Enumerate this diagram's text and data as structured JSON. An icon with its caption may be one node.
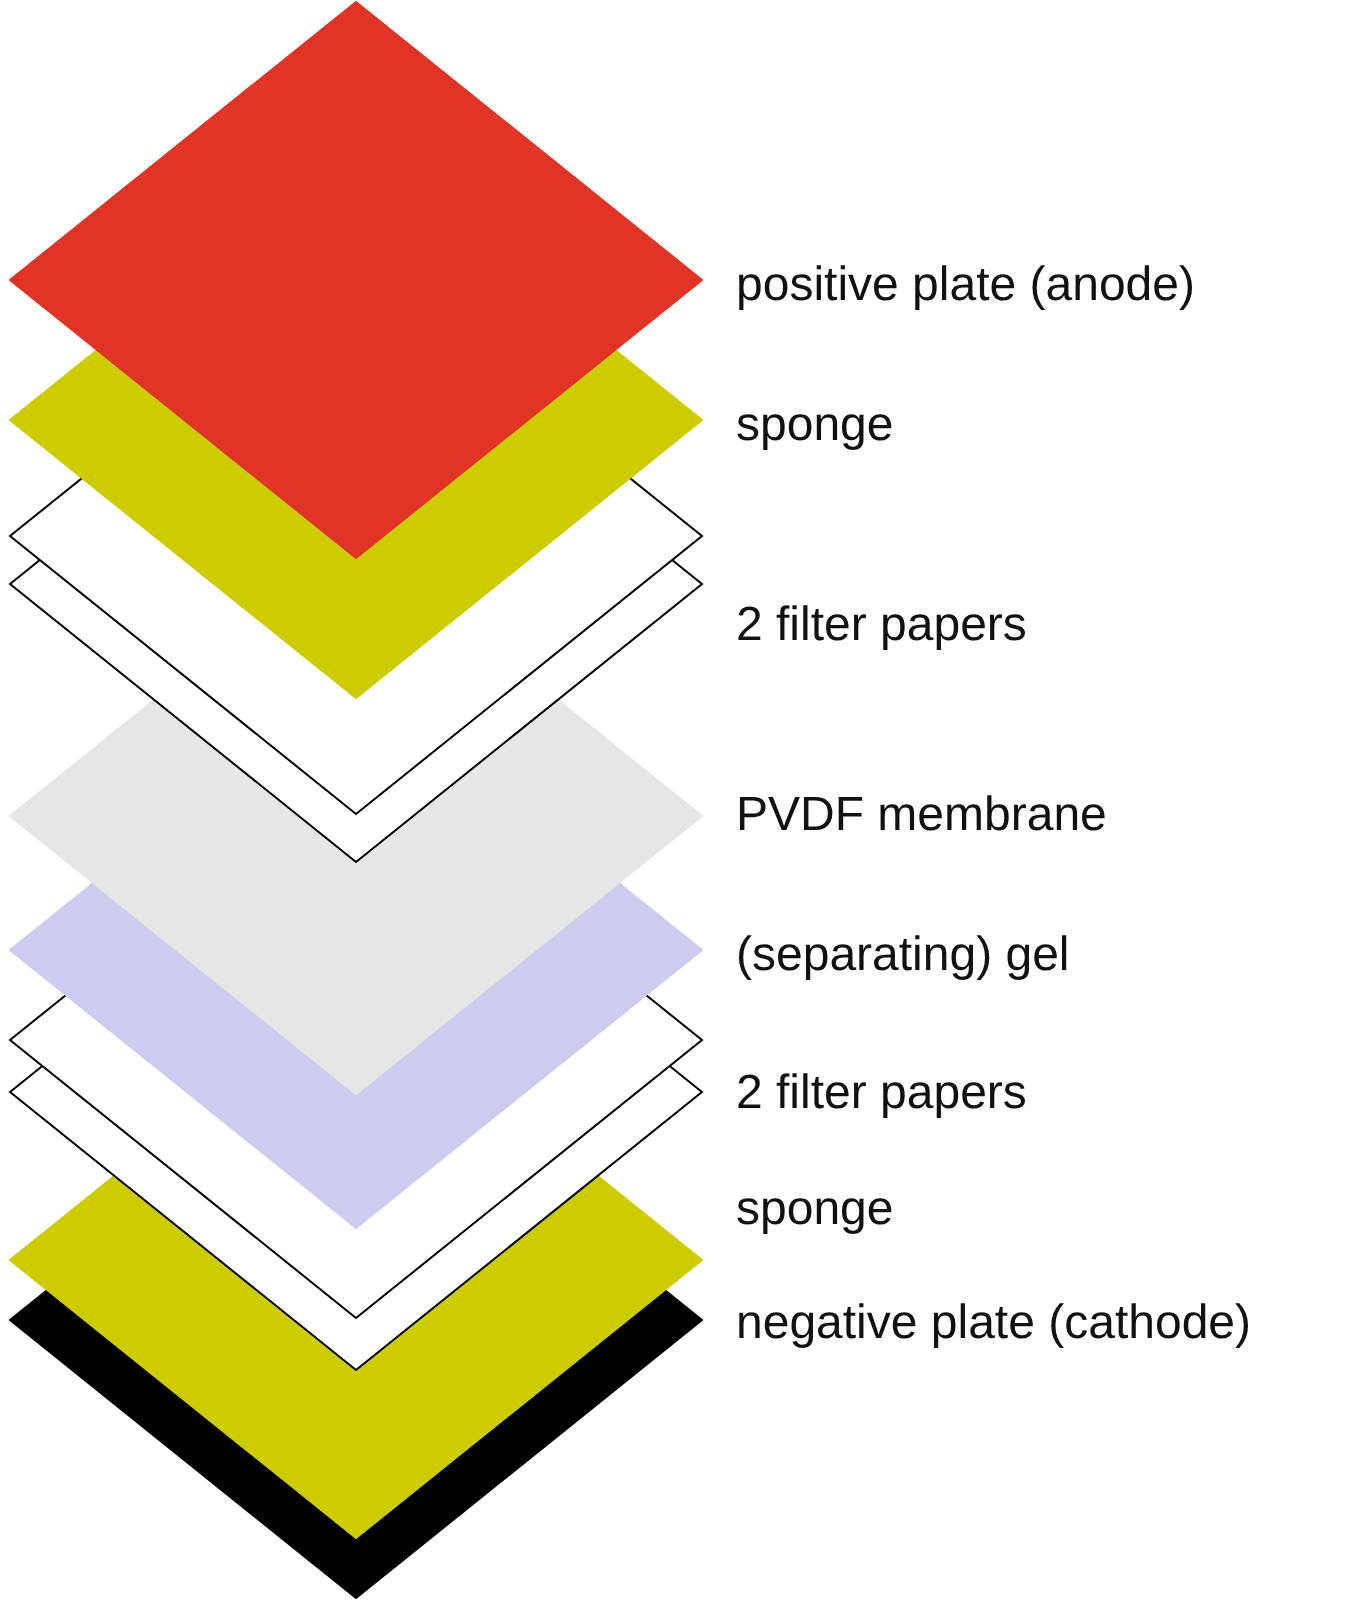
{
  "diagram": {
    "labels": [
      "positive plate (anode)",
      "sponge",
      "2 filter papers",
      "PVDF membrane",
      "(separating) gel",
      "2 filter papers",
      "sponge",
      "negative plate (cathode)"
    ]
  }
}
